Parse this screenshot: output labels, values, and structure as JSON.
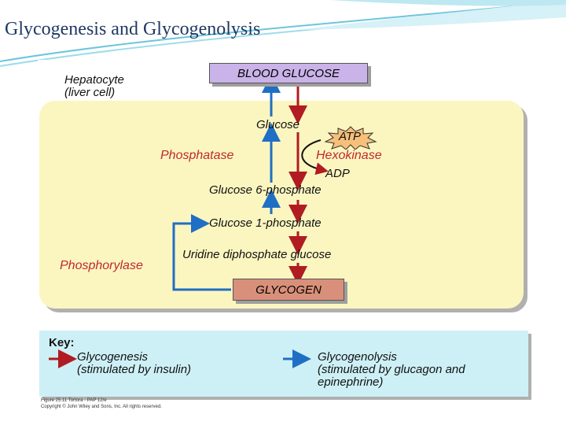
{
  "title": "Glycogenesis and Glycogenolysis",
  "diagram": {
    "cell_label_line1": "Hepatocyte",
    "cell_label_line2": "(liver cell)",
    "blood_glucose": "BLOOD GLUCOSE",
    "glucose": "Glucose",
    "atp": "ATP",
    "adp": "ADP",
    "phosphatase": "Phosphatase",
    "hexokinase": "Hexokinase",
    "glucose_6_phosphate": "Glucose 6-phosphate",
    "glucose_1_phosphate": "Glucose 1-phosphate",
    "udp_glucose": "Uridine diphosphate glucose",
    "phosphorylase": "Phosphorylase",
    "glycogen": "GLYCOGEN"
  },
  "key": {
    "heading": "Key:",
    "glycogenesis_line1": "Glycogenesis",
    "glycogenesis_line2": "(stimulated by insulin)",
    "glycogenolysis_line1": "Glycogenolysis",
    "glycogenolysis_line2": "(stimulated by glucagon and",
    "glycogenolysis_line3": "epinephrine)"
  },
  "credit_line1": "Figure 25.11  Tortora - PAP 12/e",
  "credit_line2": "Copyright © John Wiley and Sons, Inc. All rights reserved.",
  "colors": {
    "glycogenesis_arrow": "#b01c22",
    "glycogenolysis_arrow": "#1f6fc4",
    "cell_fill": "#fbf6c0",
    "key_fill": "#cdf0f6",
    "blood_glucose_fill": "#c9b3e8",
    "glycogen_fill": "#d9907a"
  }
}
